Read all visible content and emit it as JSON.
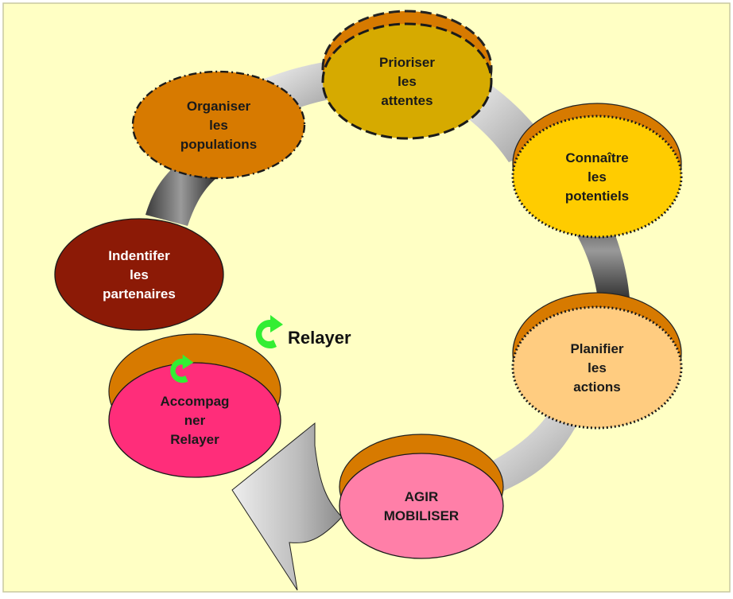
{
  "colors": {
    "background": "#ffffc4",
    "border": "#c9c9a0",
    "rim": "#d77a00",
    "relay_icon": "#33ee33"
  },
  "steps": [
    {
      "id": "prioriser",
      "lines": [
        "Prioriser",
        "les",
        "attentes"
      ],
      "color": "#d6aa00",
      "border": "dashed-heavy"
    },
    {
      "id": "connaitre",
      "lines": [
        "Connaître",
        "les",
        "potentiels"
      ],
      "color": "#ffcc00",
      "border": "dotted"
    },
    {
      "id": "planifier",
      "lines": [
        "Planifier",
        "les",
        "actions"
      ],
      "color": "#ffcc80",
      "border": "dotted"
    },
    {
      "id": "agir",
      "lines": [
        "AGIR",
        "MOBILISER"
      ],
      "color": "#ff7fa8",
      "border": "solid"
    },
    {
      "id": "accompagner",
      "lines": [
        "Accompag",
        "ner",
        "Relayer"
      ],
      "color": "#ff2d7a",
      "border": "solid"
    },
    {
      "id": "identifier",
      "lines": [
        "Indentifer",
        "les",
        "partenaires"
      ],
      "color": "#8c1a06",
      "border": "solid"
    },
    {
      "id": "organiser",
      "lines": [
        "Organiser",
        "les",
        "populations"
      ],
      "color": "#d77a00",
      "border": "dash-dot"
    }
  ],
  "relay_label": "Relayer",
  "icons": [
    "relay-arrow-icon"
  ]
}
